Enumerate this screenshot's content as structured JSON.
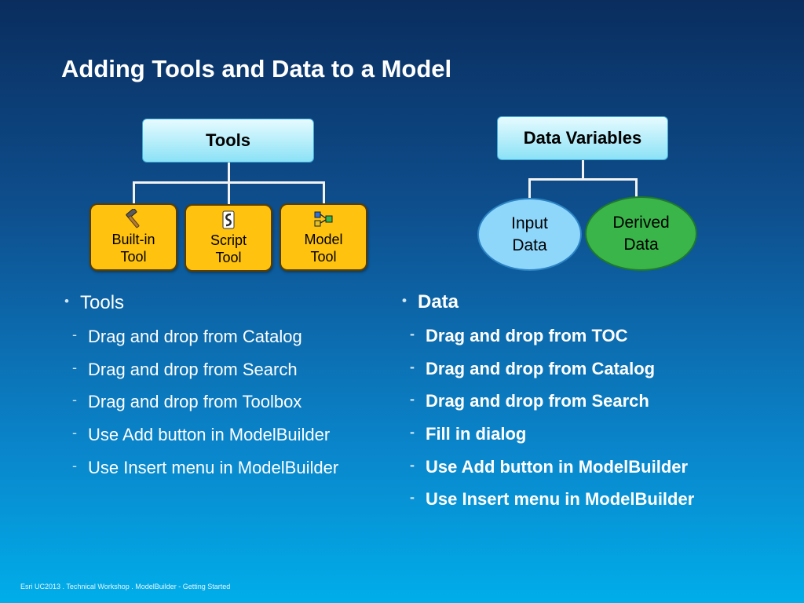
{
  "slide": {
    "title": "Adding Tools and Data to a Model",
    "footer": "Esri UC2013 . Technical Workshop . ModelBuilder - Getting Started"
  },
  "tools_diagram": {
    "header": "Tools",
    "nodes": [
      {
        "line1": "Built-in",
        "line2": "Tool",
        "icon": "hammer-icon"
      },
      {
        "line1": "Script",
        "line2": "Tool",
        "icon": "script-icon"
      },
      {
        "line1": "Model",
        "line2": "Tool",
        "icon": "model-icon"
      }
    ]
  },
  "data_diagram": {
    "header": "Data Variables",
    "nodes": [
      {
        "line1": "Input",
        "line2": "Data",
        "color": "#8fd6fb"
      },
      {
        "line1": "Derived",
        "line2": "Data",
        "color": "#3ab54a"
      }
    ]
  },
  "left_list": {
    "heading": "Tools",
    "items": [
      "Drag and drop from Catalog",
      "Drag and drop from Search",
      "Drag and drop from Toolbox",
      "Use Add button in ModelBuilder",
      "Use Insert menu in ModelBuilder"
    ]
  },
  "right_list": {
    "heading": "Data",
    "items": [
      "Drag and drop from TOC",
      "Drag and drop from Catalog",
      "Drag and drop from Search",
      "Fill in dialog",
      "Use Add button in ModelBuilder",
      "Use Insert menu in ModelBuilder"
    ]
  },
  "colors": {
    "tool_fill": "#ffc20e",
    "header_fill": "#8be2f6",
    "input_fill": "#8fd6fb",
    "derived_fill": "#3ab54a"
  }
}
